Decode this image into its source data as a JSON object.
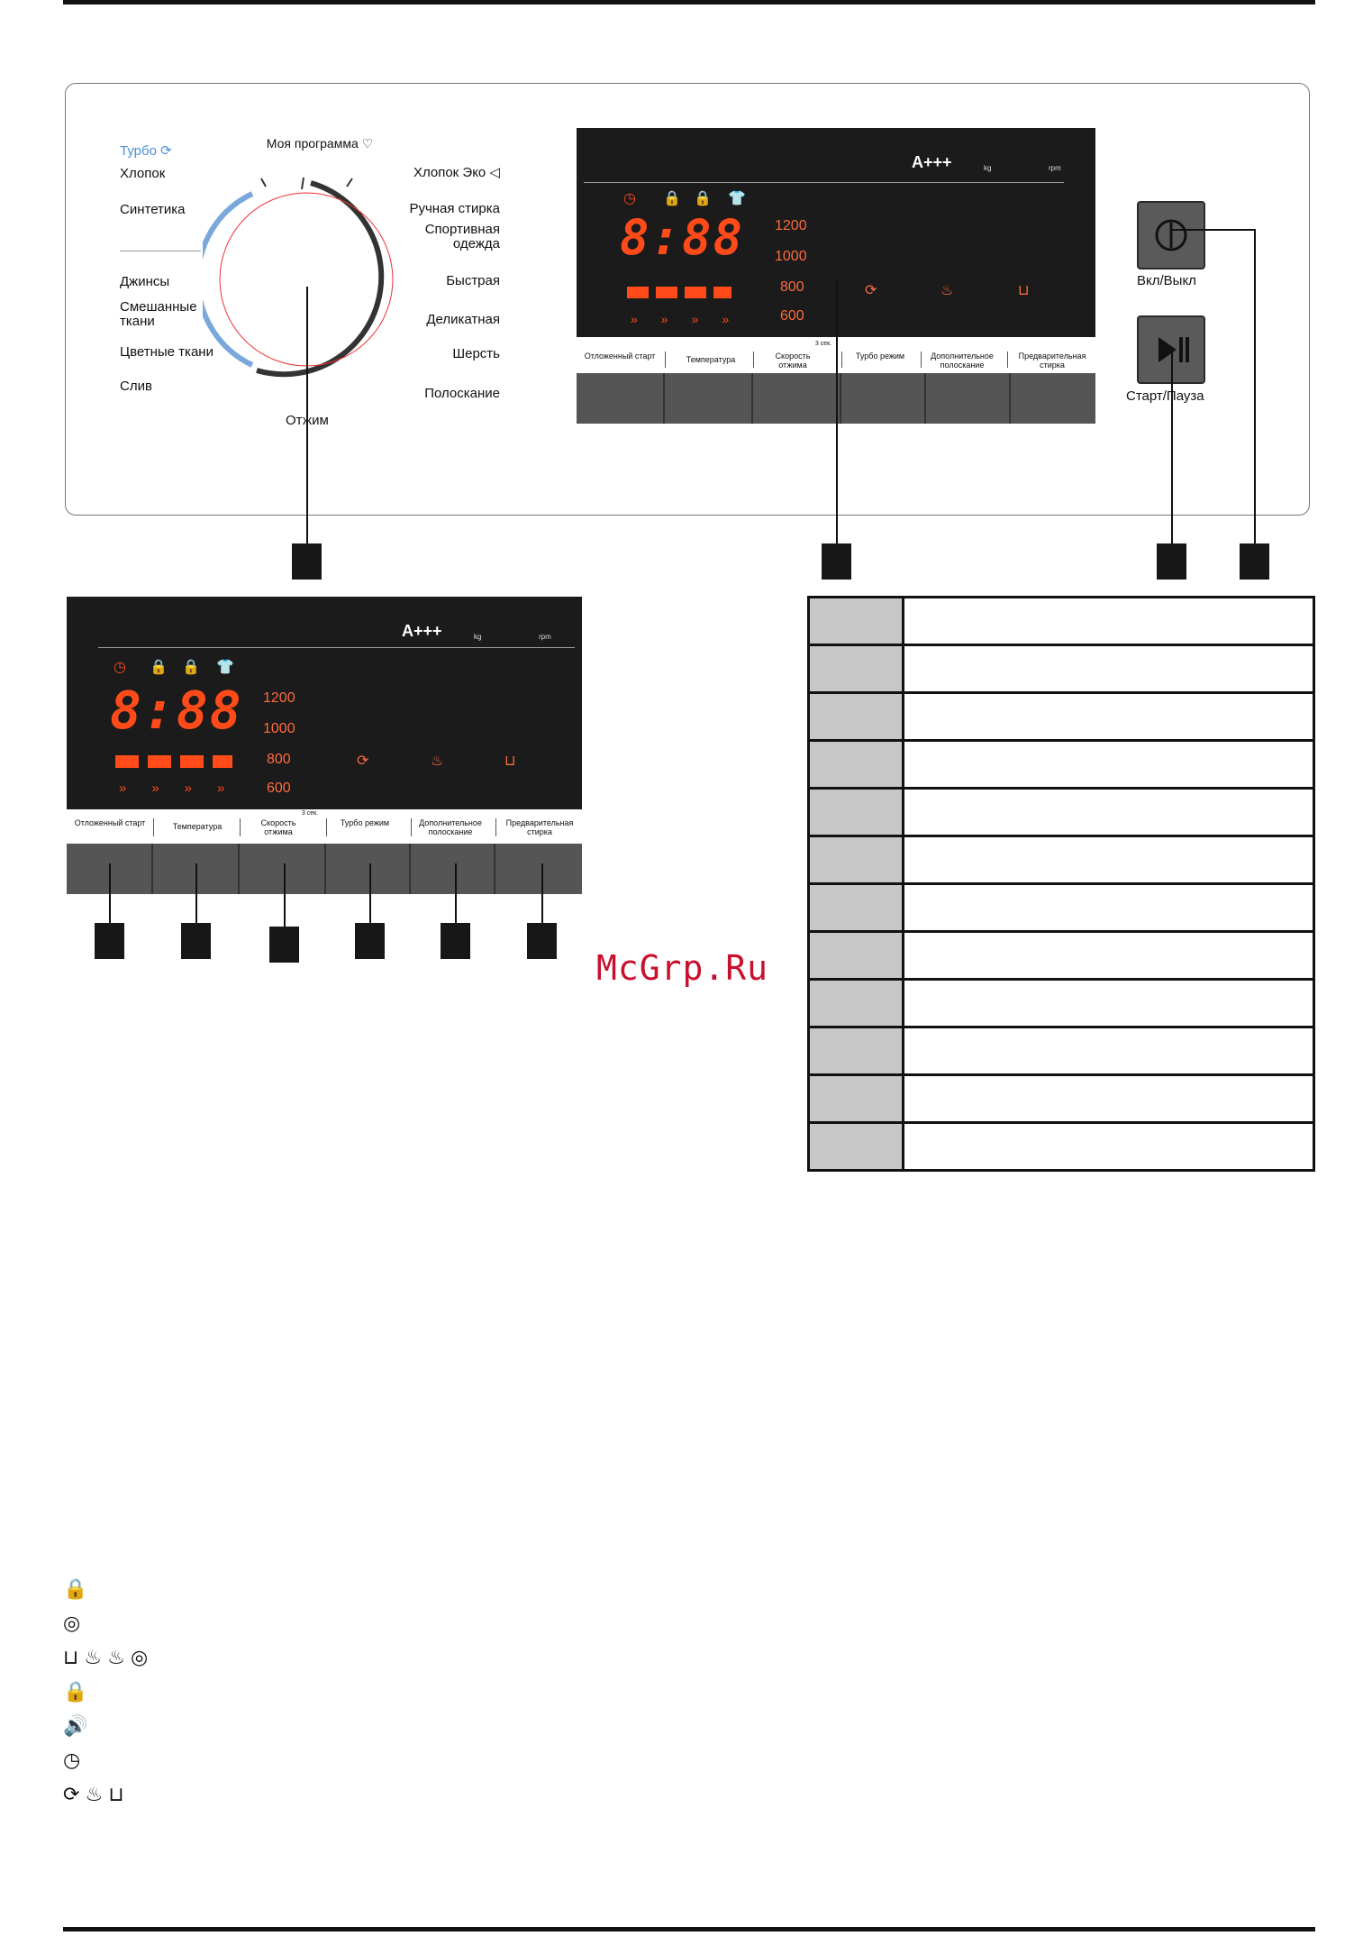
{
  "program_dial": {
    "turbo_label": "Турбо",
    "my_program_label": "Моя программа",
    "programs_left": [
      "Хлопок",
      "Синтетика",
      "Джинсы",
      "Смешанные ткани",
      "Цветные ткани",
      "Слив"
    ],
    "programs_right": [
      "Хлопок Эко",
      "Ручная стирка",
      "Спортивная одежда",
      "Быстрая",
      "Деликатная",
      "Шерсть",
      "Полоскание"
    ],
    "bottom_label": "Отжим"
  },
  "display": {
    "energy_class": "A+++",
    "kg_label": "kg",
    "rpm_label": "rpm",
    "digits": "8:88",
    "spin_speeds": [
      "1200",
      "1000",
      "800",
      "600"
    ],
    "accent_color": "#ff4a1a"
  },
  "function_buttons": [
    "Отложенный старт",
    "Температура",
    "Скорость отжима",
    "Турбо режим",
    "Дополнительное полоскание",
    "Предварительная стирка"
  ],
  "speed_hint": "3 сек.",
  "power_button": {
    "label": "Вкл/Выкл"
  },
  "start_button": {
    "label": "Старт/Пауза"
  },
  "watermark": "McGrp.Ru",
  "table_rows": 12,
  "legend_icons": [
    "lock-icon",
    "spin-icon",
    "wash-stage-icons",
    "child-lock-icon",
    "sound-icon",
    "timer-icon",
    "turbo-rinse-prewash-icons"
  ]
}
